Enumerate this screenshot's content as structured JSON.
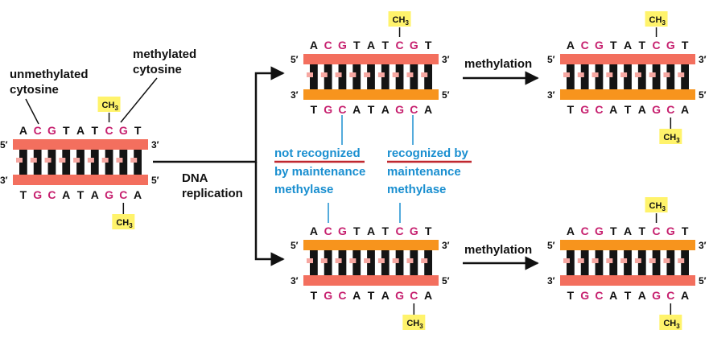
{
  "colors": {
    "strand_parent": "#f36f5e",
    "strand_new": "#f7941d",
    "rung_dark": "#141414",
    "rung_light": "#f6a7a1",
    "methyl_badge": "#fff36b",
    "highlight_base": "#c61f6e",
    "annotation": "#1a8fd0",
    "underline": "#c0282f"
  },
  "labels": {
    "unmethylated_line1": "unmethylated",
    "unmethylated_line2": "cytosine",
    "methylated_line1": "methylated",
    "methylated_line2": "cytosine",
    "dna_line1": "DNA",
    "dna_line2": "replication",
    "methylation_top": "methylation",
    "methylation_bottom": "methylation",
    "ch3": "CH3",
    "ch3_main": "CH",
    "ch3_sub": "3",
    "five_prime": "5′",
    "three_prime": "3′"
  },
  "annotations": {
    "not_recognized_line1": "not recognized",
    "not_recognized_line2": "by maintenance",
    "not_recognized_line3": "methylase",
    "recognized_line1": "recognized by",
    "recognized_line2": "maintenance",
    "recognized_line3": "methylase"
  },
  "sequences": {
    "top_strand": [
      "A",
      "C",
      "G",
      "T",
      "A",
      "T",
      "C",
      "G",
      "T"
    ],
    "bottom_strand": [
      "T",
      "G",
      "C",
      "A",
      "T",
      "A",
      "G",
      "C",
      "A"
    ],
    "highlighted_top_indices": [
      1,
      2,
      6,
      7
    ],
    "highlighted_bottom_indices": [
      1,
      2,
      6,
      7
    ]
  },
  "duplexes": [
    {
      "id": "parent",
      "top_strand": "parent",
      "bottom_strand": "parent",
      "methyl_top": true,
      "methyl_bottom": true
    },
    {
      "id": "daughter-top",
      "top_strand": "parent",
      "bottom_strand": "new",
      "methyl_top": true,
      "methyl_bottom": false
    },
    {
      "id": "daughter-bottom",
      "top_strand": "new",
      "bottom_strand": "parent",
      "methyl_top": false,
      "methyl_bottom": true
    },
    {
      "id": "methylated-top",
      "top_strand": "parent",
      "bottom_strand": "new",
      "methyl_top": true,
      "methyl_bottom": true
    },
    {
      "id": "methylated-bottom",
      "top_strand": "new",
      "bottom_strand": "parent",
      "methyl_top": true,
      "methyl_bottom": true
    }
  ]
}
